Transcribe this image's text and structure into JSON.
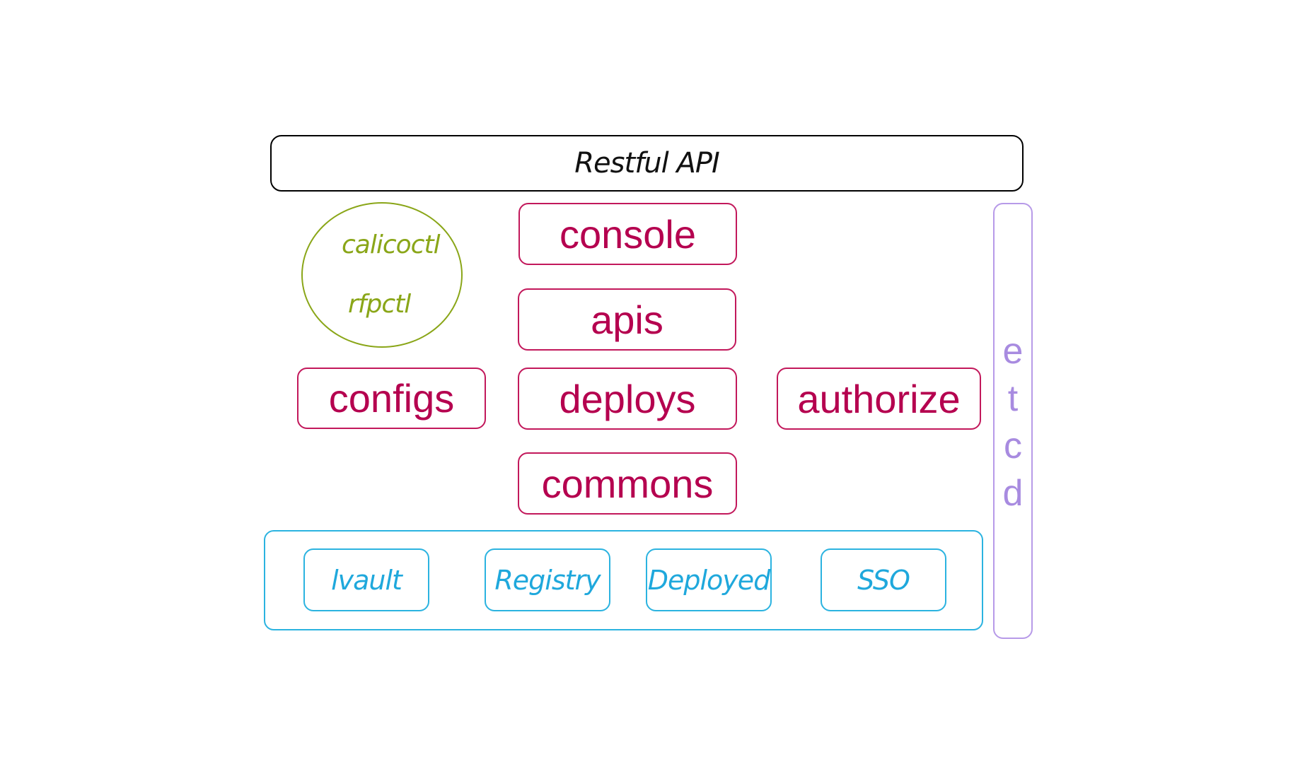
{
  "top_bar": {
    "label": "Restful API"
  },
  "tools": {
    "items": [
      "calicoctl",
      "rfpctl"
    ]
  },
  "modules": {
    "console": "console",
    "apis": "apis",
    "configs": "configs",
    "deploys": "deploys",
    "authorize": "authorize",
    "commons": "commons"
  },
  "infrastructure": {
    "items": [
      "lvault",
      "Registry",
      "Deployed",
      "SSO"
    ]
  },
  "store": {
    "letters": [
      "e",
      "t",
      "c",
      "d"
    ]
  },
  "colors": {
    "api_border": "#000000",
    "module": "#c2185b",
    "tools": "#8aa618",
    "infrastructure": "#2bb3e0",
    "store": "#b79ae8"
  }
}
